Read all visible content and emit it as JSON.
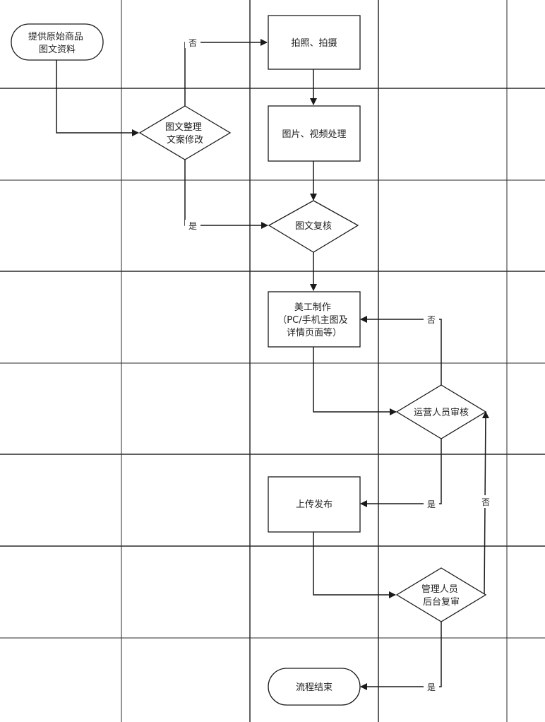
{
  "nodes": {
    "provide_materials": {
      "lines": [
        "提供原始商品",
        "图文资料"
      ]
    },
    "photo_shoot": {
      "lines": [
        "拍照、拍摄"
      ]
    },
    "check_complete": {
      "lines": [
        "图文整理",
        "文案修改"
      ]
    },
    "image_processing": {
      "lines": [
        "图片、视频处理"
      ]
    },
    "review_content": {
      "lines": [
        "图文复核"
      ]
    },
    "design_work": {
      "lines": [
        "美工制作",
        "（PC/手机主图及",
        "详情页面等）"
      ]
    },
    "ops_review": {
      "lines": [
        "运营人员审核"
      ]
    },
    "upload_publish": {
      "lines": [
        "上传发布"
      ]
    },
    "admin_review": {
      "lines": [
        "管理人员",
        "后台复审"
      ]
    },
    "process_end": {
      "lines": [
        "流程结束"
      ]
    }
  },
  "labels": {
    "no": "否",
    "yes": "是"
  },
  "colors": {
    "line": "#1a1a1a",
    "grid": "#2a2a2a",
    "background": "#ffffff"
  }
}
